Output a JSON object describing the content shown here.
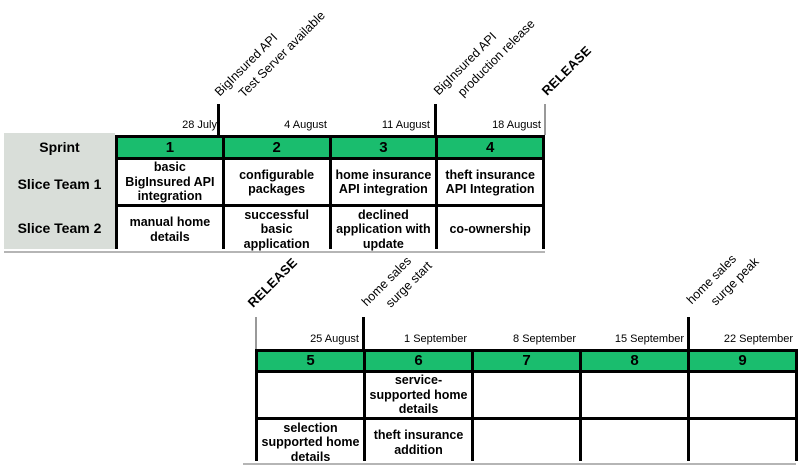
{
  "colors": {
    "green": "#1abd6e",
    "header_bg": "#d9ded9",
    "tick": "#999999"
  },
  "top": {
    "milestones": [
      {
        "line1": "BigInsured API",
        "line2": "Test Server available"
      },
      {
        "line1": "BigInsured API",
        "line2": "production release"
      },
      {
        "label": "RELEASE"
      }
    ],
    "dates": [
      "28 July",
      "4 August",
      "11 August",
      "18 August"
    ],
    "row_headers": [
      "Sprint",
      "Slice Team 1",
      "Slice Team 2"
    ],
    "sprint_numbers": [
      "1",
      "2",
      "3",
      "4"
    ],
    "slice_team_1": [
      "basic BigInsured API integration",
      "configurable packages",
      "home insurance API integration",
      "theft insurance API Integration"
    ],
    "slice_team_2": [
      "manual home details",
      "successful basic application",
      "declined application with update",
      "co-ownership"
    ]
  },
  "bottom": {
    "milestones": [
      {
        "label": "RELEASE"
      },
      {
        "line1": "home sales",
        "line2": "surge start"
      },
      {
        "line1": "home sales",
        "line2": "surge peak"
      }
    ],
    "dates": [
      "25 August",
      "1 September",
      "8 September",
      "15 September",
      "22 September"
    ],
    "sprint_numbers": [
      "5",
      "6",
      "7",
      "8",
      "9"
    ],
    "row_1": [
      "",
      "service-supported home details",
      "",
      "",
      ""
    ],
    "row_2": [
      "selection supported home details",
      "theft insurance addition",
      "",
      "",
      ""
    ]
  }
}
